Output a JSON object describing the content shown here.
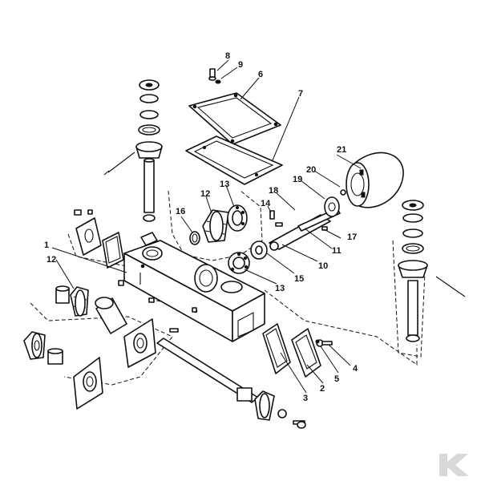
{
  "diagram": {
    "part_numbers": [
      "1",
      "2",
      "3",
      "4",
      "5",
      "6",
      "7",
      "8",
      "9",
      "10",
      "11",
      "12",
      "13",
      "14",
      "15",
      "16",
      "17",
      "18",
      "19",
      "20",
      "21"
    ],
    "repeated_labels": {
      "part_12_second": "12",
      "part_13_second": "13"
    }
  },
  "colors": {
    "line": "#111111",
    "background": "#ffffff",
    "logo": "#d9d9d9"
  },
  "watermark": {
    "icon": "k-logo-icon"
  }
}
